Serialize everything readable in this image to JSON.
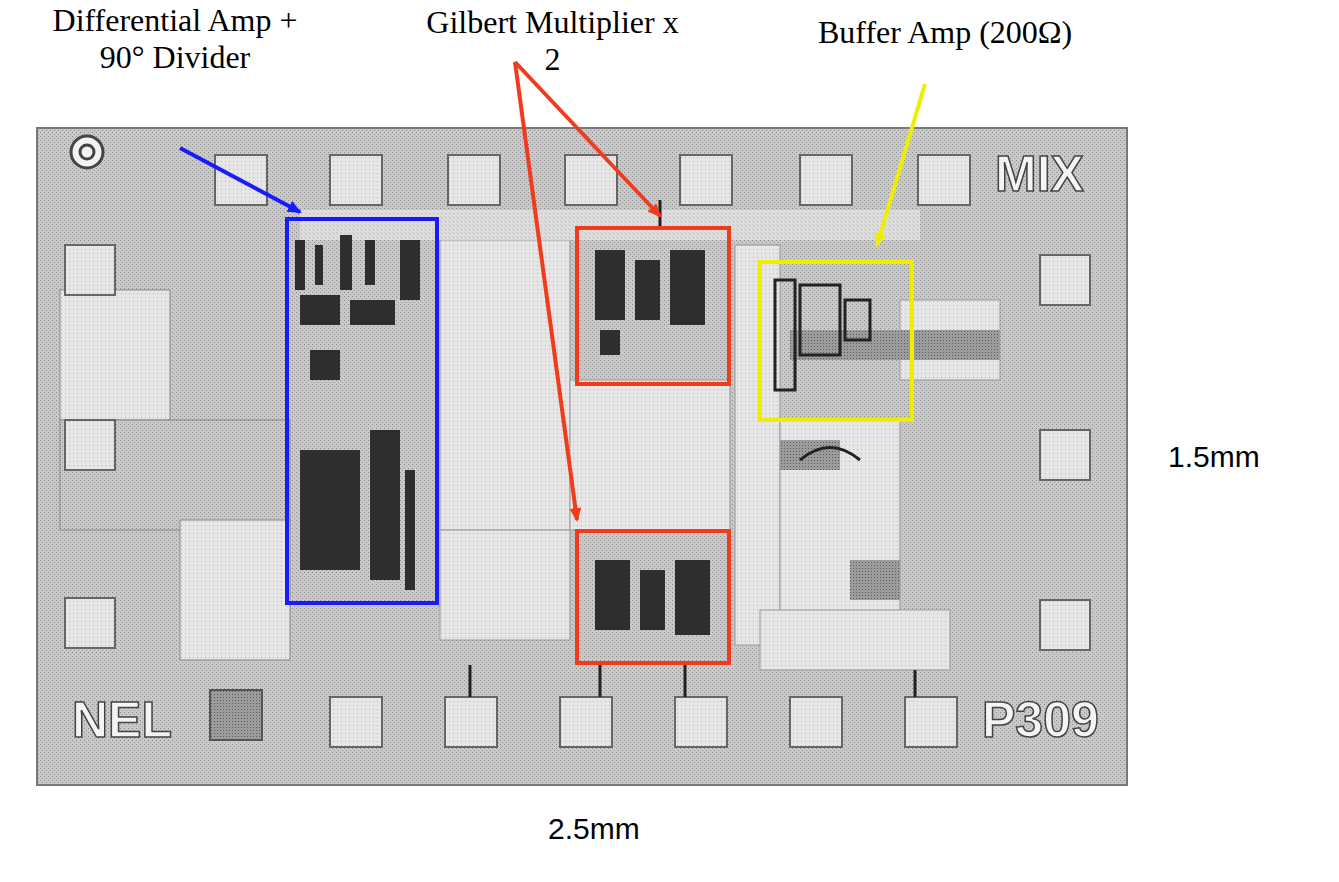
{
  "diagram": {
    "labels": [
      "Differential Amp + 90° Divider",
      "Gilbert Multiplier x 2",
      "Buffer Amp (200Ω)",
      "MIX",
      "NEL",
      "P309",
      "1.5mm",
      "2.5mm"
    ]
  }
}
